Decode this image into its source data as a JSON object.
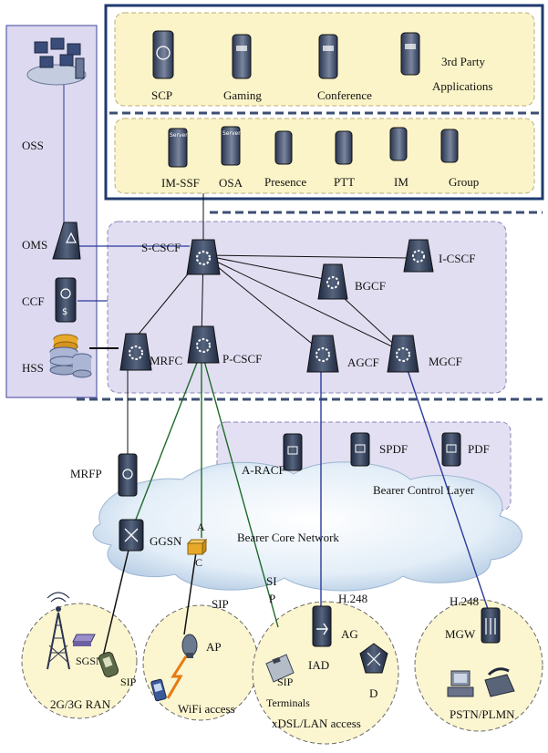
{
  "labels": {
    "oss": "OSS",
    "oms": "OMS",
    "ccf": "CCF",
    "hss": "HSS",
    "scp": "SCP",
    "gaming": "Gaming",
    "conference": "Conference",
    "third_party_1": "3rd Party",
    "third_party_2": "Applications",
    "im_ssf": "IM-SSF",
    "osa": "OSA",
    "presence": "Presence",
    "ptt": "PTT",
    "im": "IM",
    "group": "Group",
    "server": "Server",
    "s_cscf": "S-CSCF",
    "i_cscf": "I-CSCF",
    "bgcf": "BGCF",
    "mrfc": "MRFC",
    "p_cscf": "P-CSCF",
    "agcf": "AGCF",
    "mgcf": "MGCF",
    "mrfp": "MRFP",
    "a_racf": "A-RACF",
    "spdf": "SPDF",
    "pdf": "PDF",
    "bearer_control_layer": "Bearer Control Layer",
    "ggsn": "GGSN",
    "bearer_core_network": "Bearer Core Network",
    "ac_a": "A",
    "ac_c": "C",
    "sip_wifi": "SIP",
    "sip_vert_1": "SI",
    "sip_vert_2": "P",
    "h248_left": "H.248",
    "h248_right": "H.248",
    "ap": "AP",
    "sgsn": "SGSN",
    "sip_ran": "SIP",
    "ran": "2G/3G RAN",
    "wifi_access": "WiFi access",
    "ag": "AG",
    "iad": "IAD",
    "iad_d": "D",
    "sip_term": "SIP",
    "terminals": "Terminals",
    "xdsl": "xDSL/LAN access",
    "mgw": "MGW",
    "pstn": "PSTN/PLMN"
  },
  "colors": {
    "app_panel_bg": "#fbf4c8",
    "app_frame": "#1f3a6e",
    "control_bg": "#e2def2",
    "oss_bg": "#dcd9f0",
    "bearer_bg": "#e4e0f3",
    "device_dark": "#2e3a52",
    "green_link": "#1e6a2a",
    "blue_link": "#2a3a9a",
    "access_bg": "#fbf5d0"
  }
}
